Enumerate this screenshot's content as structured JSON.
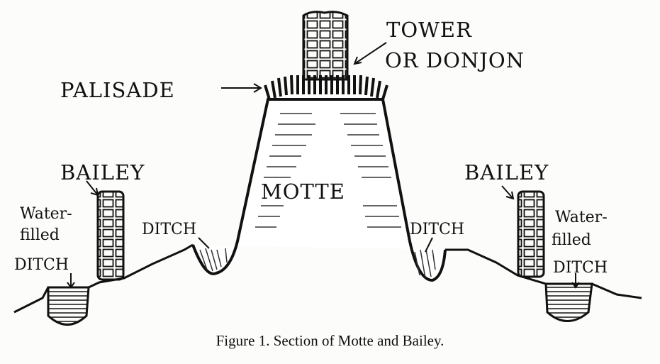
{
  "figure": {
    "caption": "Figure 1. Section of Motte and Bailey.",
    "labels": {
      "tower_line1": "TOWER",
      "tower_line2": "OR DONJON",
      "palisade": "PALISADE",
      "motte": "MOTTE",
      "bailey_left": "BAILEY",
      "bailey_right": "BAILEY",
      "ditch_left": "DITCH",
      "ditch_right": "DITCH",
      "water_left_1": "Water-",
      "water_left_2": "filled",
      "water_left_3": "DITCH",
      "water_right_1": "Water-",
      "water_right_2": "filled",
      "water_right_3": "DITCH"
    }
  }
}
